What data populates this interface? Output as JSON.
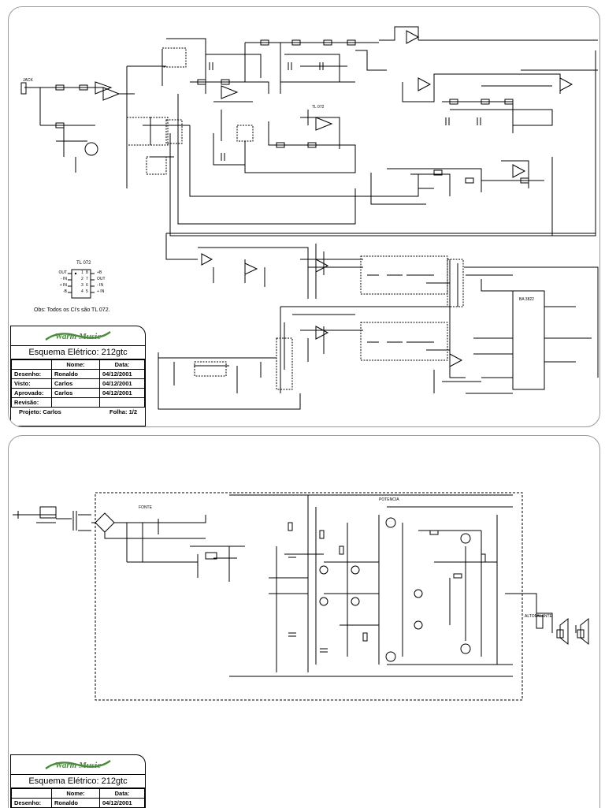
{
  "title_block": {
    "brand": "Warm Music",
    "title": "Esquema Elétrico: 212gtc",
    "col_name": "Nome:",
    "col_date": "Data:",
    "rows": [
      {
        "label": "Desenho:",
        "name": "Ronaldo",
        "date": "04/12/2001"
      },
      {
        "label": "Visto:",
        "name": "Carlos",
        "date": "04/12/2001"
      },
      {
        "label": "Aprovado:",
        "name": "Carlos",
        "date": "04/12/2001"
      },
      {
        "label": "Revisão:",
        "name": "",
        "date": ""
      }
    ],
    "project": "Projeto: Carlos",
    "sheet": "Folha: 1/2"
  },
  "title_block_2": {
    "brand": "Warm Music",
    "title": "Esquema Elétrico: 212gtc",
    "col_name": "Nome:",
    "col_date": "Data:",
    "rows": [
      {
        "label": "Desenho:",
        "name": "Ronaldo",
        "date": "04/12/2001"
      }
    ]
  },
  "ic_pinout": {
    "name": "TL 072",
    "left_pins": [
      "OUT",
      "- IN",
      "+ IN",
      "-B"
    ],
    "left_nums": [
      "1",
      "2",
      "3",
      "4"
    ],
    "right_pins": [
      "+B",
      "OUT",
      "- IN",
      "+ IN"
    ],
    "right_nums": [
      "8",
      "7",
      "6",
      "5"
    ]
  },
  "note": "Obs: Todos os Ci's são TL 072.",
  "labels": {
    "in_jack": "JACK",
    "power_amp": "POTENCIA",
    "supply": "FONTE",
    "chip": "TL 072",
    "mix": "BA 3822",
    "speaker": "ALTOFALANTE"
  },
  "colors": {
    "line": "#000000",
    "border": "#9a9a9a",
    "logo_green": "#4a8a3a"
  }
}
